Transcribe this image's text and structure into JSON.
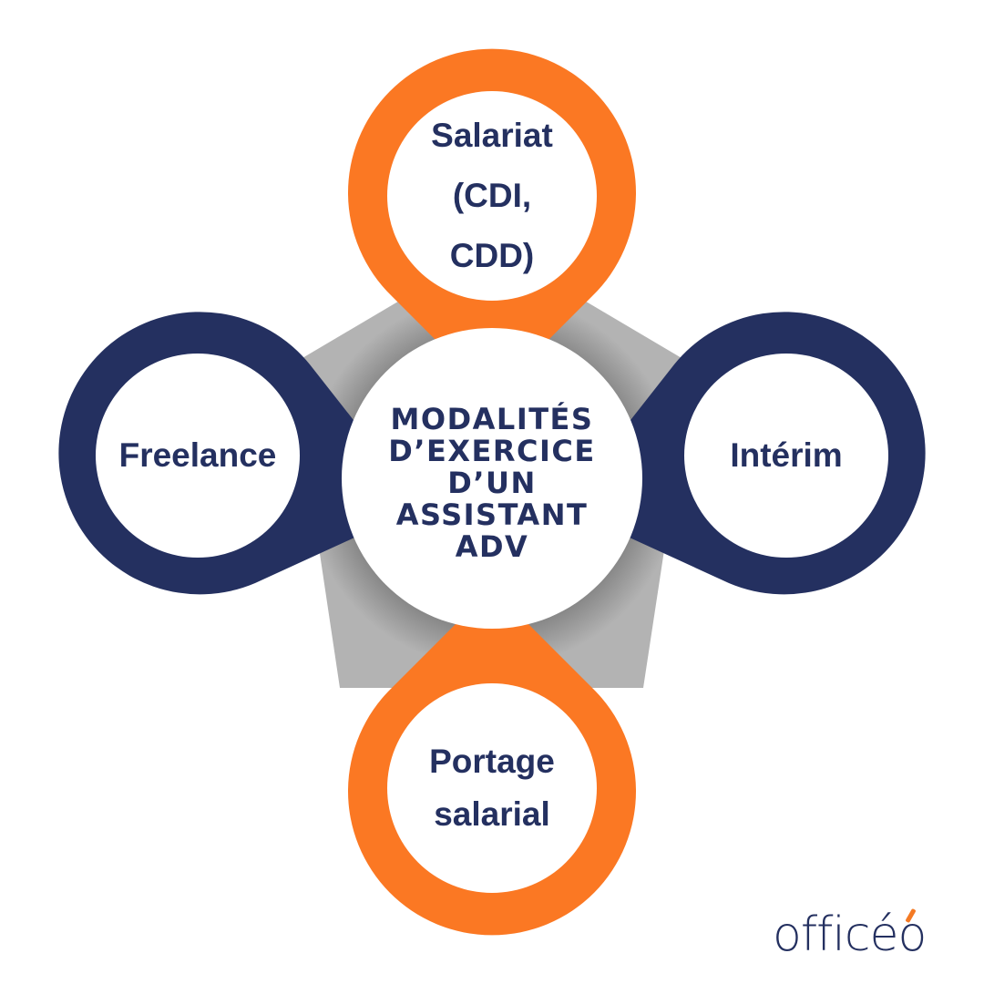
{
  "colors": {
    "navy": "#243060",
    "orange": "#fb7823",
    "gray": "#b3b3b3",
    "background": "#ffffff"
  },
  "center": {
    "lines": [
      "MODALITÉS",
      "D’EXERCICE",
      "D’UN",
      "ASSISTANT",
      "ADV"
    ]
  },
  "pins": {
    "top": {
      "label_lines": [
        "Salariat",
        "(CDI,",
        "CDD)"
      ],
      "color": "orange"
    },
    "left": {
      "label_lines": [
        "Freelance"
      ],
      "color": "navy"
    },
    "right": {
      "label_lines": [
        "Intérim"
      ],
      "color": "navy"
    },
    "bottom": {
      "label_lines": [
        "Portage",
        "salarial"
      ],
      "color": "orange"
    }
  },
  "logo": {
    "text": "officéo"
  }
}
